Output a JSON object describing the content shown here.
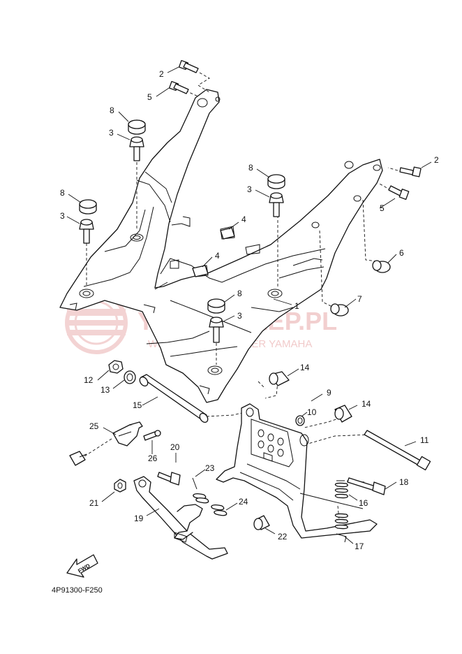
{
  "diagram_code": "4P91300-F250",
  "fwd_label": "FWD",
  "watermark": {
    "brand": "YAMA-SKLEP.PL",
    "tagline": "WŁOCŁAWEK | DEALER YAMAHA"
  },
  "watermark_color": "#e8a8a8",
  "callouts": {
    "c1": "1",
    "c2a": "2",
    "c2b": "2",
    "c3a": "3",
    "c3b": "3",
    "c3c": "3",
    "c3d": "3",
    "c4a": "4",
    "c4b": "4",
    "c5a": "5",
    "c5b": "5",
    "c6": "6",
    "c7": "7",
    "c8a": "8",
    "c8b": "8",
    "c8c": "8",
    "c8d": "8",
    "c9": "9",
    "c10": "10",
    "c11": "11",
    "c12": "12",
    "c13": "13",
    "c14a": "14",
    "c14b": "14",
    "c15": "15",
    "c16": "16",
    "c17": "17",
    "c18": "18",
    "c19": "19",
    "c20": "20",
    "c21": "21",
    "c22": "22",
    "c23": "23",
    "c24": "24",
    "c25": "25",
    "c26": "26"
  }
}
